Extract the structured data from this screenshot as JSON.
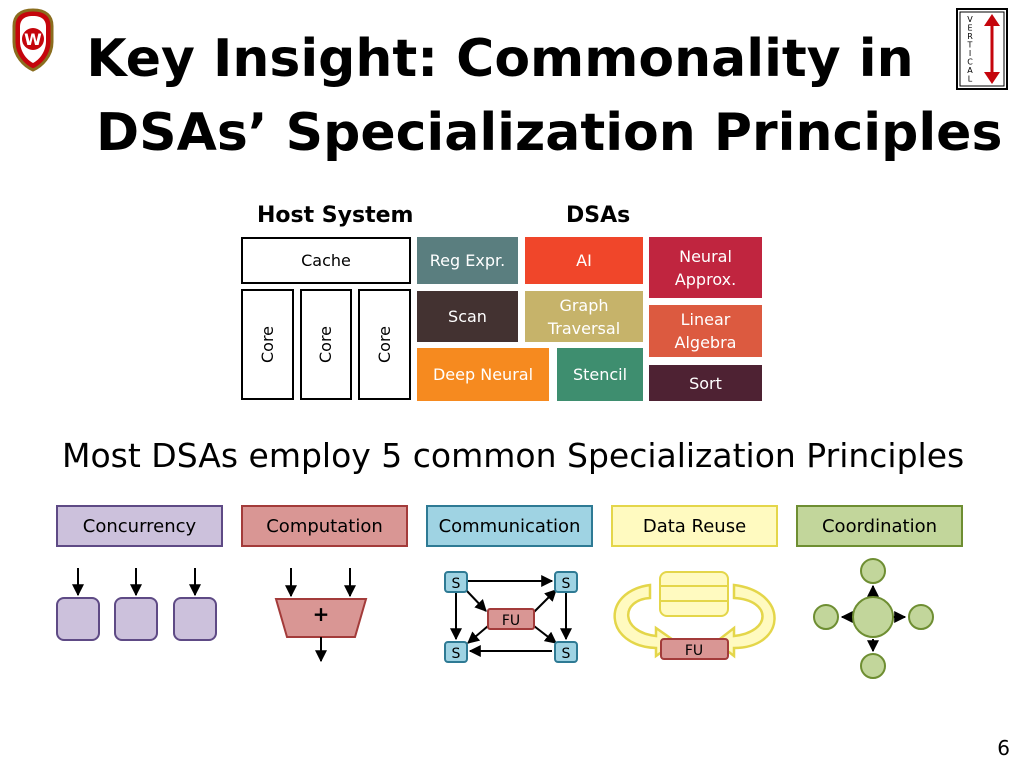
{
  "title": {
    "line1": "Key Insight: Commonality in",
    "line2": "DSAs’ Specialization Principles"
  },
  "logos": {
    "left": "uw-crest",
    "left_letter": "W",
    "right_letters": [
      "V",
      "E",
      "R",
      "T",
      "I",
      "C",
      "A",
      "L"
    ]
  },
  "host_system": {
    "heading": "Host System",
    "cache": "Cache",
    "cores": [
      "Core",
      "Core",
      "Core"
    ]
  },
  "dsas": {
    "heading": "DSAs",
    "items": [
      {
        "label": "Reg Expr.",
        "color": "#5a7e7f"
      },
      {
        "label": "AI",
        "color": "#f0462a"
      },
      {
        "label": "Neural Approx.",
        "color": "#c0253f"
      },
      {
        "label": "Scan",
        "color": "#433231"
      },
      {
        "label": "Graph Traversal",
        "color": "#c6b36a"
      },
      {
        "label": "Linear Algebra",
        "color": "#dc5a40"
      },
      {
        "label": "Deep Neural",
        "color": "#f68a1f"
      },
      {
        "label": "Stencil",
        "color": "#3e8e6f"
      },
      {
        "label": "Sort",
        "color": "#4e2233"
      }
    ]
  },
  "subtitle": "Most DSAs employ 5 common Specialization Principles",
  "principles": [
    {
      "label": "Concurrency",
      "fill": "#ccc1dc",
      "border": "#5e4a85"
    },
    {
      "label": "Computation",
      "fill": "#d99694",
      "border": "#a33b3a"
    },
    {
      "label": "Communication",
      "fill": "#9fd3e3",
      "border": "#2e7a94"
    },
    {
      "label": "Data Reuse",
      "fill": "#fffac0",
      "border": "#e4d64a"
    },
    {
      "label": "Coordination",
      "fill": "#c2d69b",
      "border": "#6e8e32"
    }
  ],
  "icons": {
    "computation_symbol": "+",
    "communication_switch": "S",
    "communication_fu": "FU",
    "reuse_fu": "FU"
  },
  "page_number": "6"
}
